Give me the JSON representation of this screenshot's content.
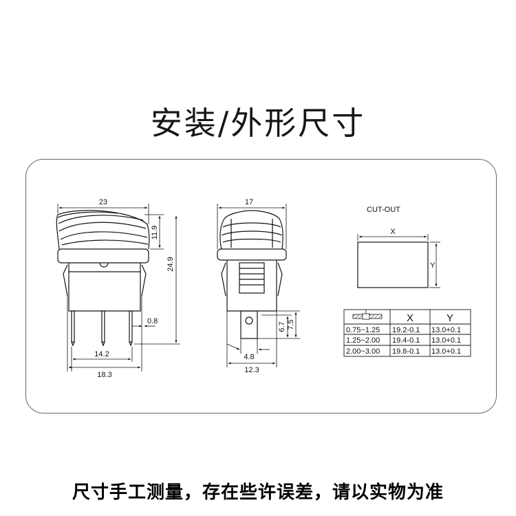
{
  "title": "安装/外形尺寸",
  "footer_note": "尺寸手工测量，存在些许误差，请以实物为准",
  "side_view": {
    "width_overall": "23",
    "cap_height": "11.9",
    "total_height": "24.9",
    "pin_thickness": "0.8",
    "pin_span_inner": "14.2",
    "pin_span_outer": "18.3"
  },
  "front_view": {
    "width_overall": "17",
    "terminal_width": "4.8",
    "body_width": "12.3",
    "terminal_height": "6.7",
    "terminal_height_outer": "7.5"
  },
  "cutout": {
    "label": "CUT-OUT",
    "x_label": "X",
    "y_label": "Y"
  },
  "table": {
    "headers": [
      "X",
      "Y"
    ],
    "rows": [
      {
        "range": "0.75~1.25",
        "x": "19.2-0.1",
        "y": "13.0+0.1"
      },
      {
        "range": "1.25~2.00",
        "x": "19.4-0.1",
        "y": "13.0+0.1"
      },
      {
        "range": "2.00~3.00",
        "x": "19.8-0.1",
        "y": "13.0+0.1"
      }
    ]
  }
}
